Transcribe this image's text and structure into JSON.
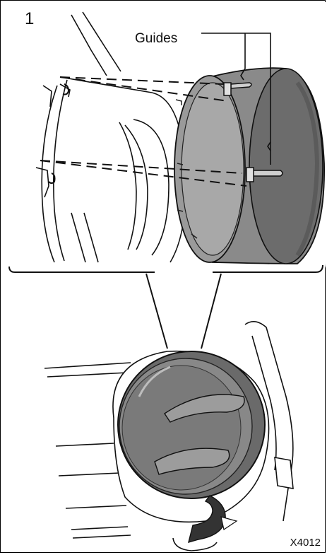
{
  "figure": {
    "step_number": "1",
    "callout_label": "Guides",
    "figure_code": "X4012"
  },
  "colors": {
    "line": "#111111",
    "cap_dark": "#5f5f5f",
    "cap_mid": "#828282",
    "cap_light": "#b5b5b5",
    "paper": "#ffffff"
  }
}
